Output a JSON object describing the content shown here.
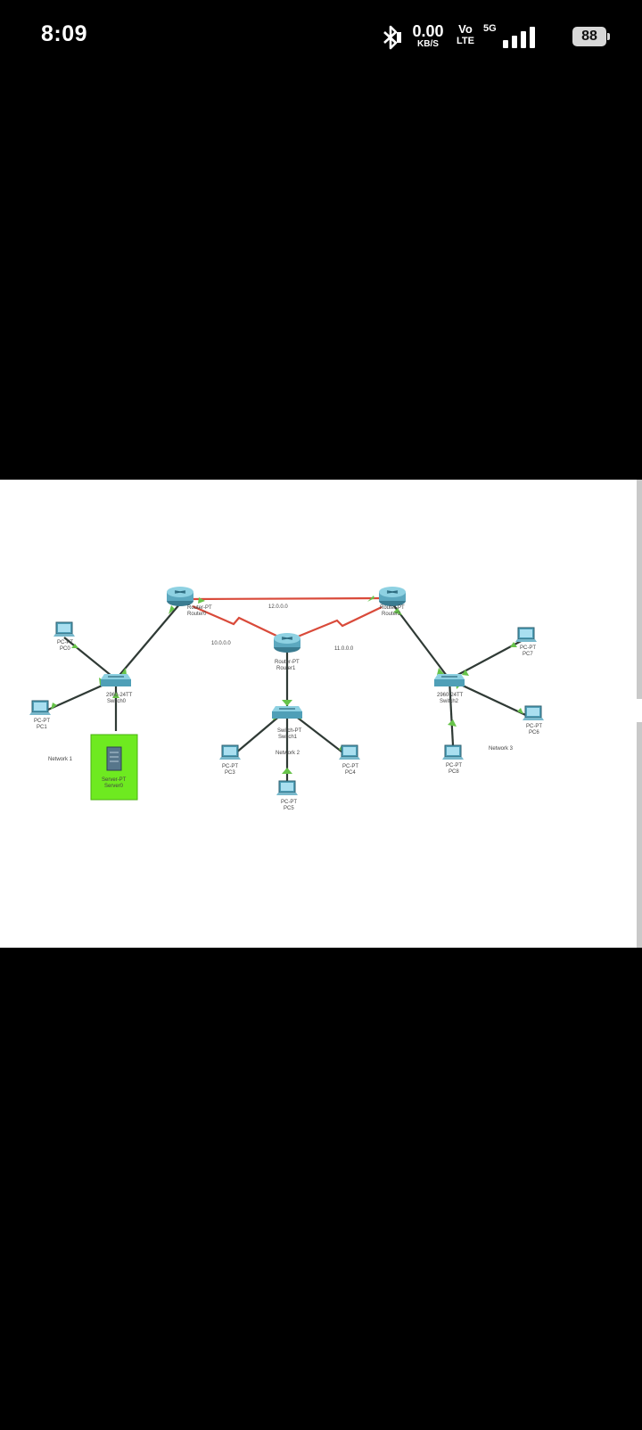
{
  "status_bar": {
    "time": "8:09",
    "bluetooth_icon": "bluetooth-icon",
    "speed_value": "0.00",
    "speed_unit": "KB/S",
    "volte_top": "Vo",
    "volte_bottom": "LTE",
    "network_type": "5G",
    "signal_icon": "signal-bars-icon",
    "battery_level": "88"
  },
  "diagram": {
    "routers": [
      {
        "name": "Router-PT",
        "id": "Router0"
      },
      {
        "name": "Router-PT",
        "id": "Router1"
      },
      {
        "name": "Router-PT",
        "id": "Router2"
      }
    ],
    "link_labels": [
      "12.0.0.0",
      "10.0.0.0",
      "11.0.0.0"
    ],
    "switches": [
      {
        "name": "2960-24TT",
        "id": "Switch0"
      },
      {
        "name": "Switch-PT",
        "id": "Switch1"
      },
      {
        "name": "2960-24TT",
        "id": "Switch2"
      }
    ],
    "pcs": [
      {
        "name": "PC-PT",
        "id": "PC0"
      },
      {
        "name": "PC-PT",
        "id": "PC1"
      },
      {
        "name": "PC-PT",
        "id": "PC3"
      },
      {
        "name": "PC-PT",
        "id": "PC4"
      },
      {
        "name": "PC-PT",
        "id": "PC5"
      },
      {
        "name": "PC-PT",
        "id": "PC6"
      },
      {
        "name": "PC-PT",
        "id": "PC7"
      },
      {
        "name": "PC-PT",
        "id": "PC8"
      }
    ],
    "server": {
      "name": "Server-PT",
      "id": "Server0"
    },
    "network_labels": [
      "Network 1",
      "Network 2",
      "Network 3"
    ],
    "colors": {
      "serial_link": "#d94a3a",
      "ethernet_link": "#2f3a35",
      "link_light": "#67c34a",
      "server_area": "#6eea20"
    }
  }
}
